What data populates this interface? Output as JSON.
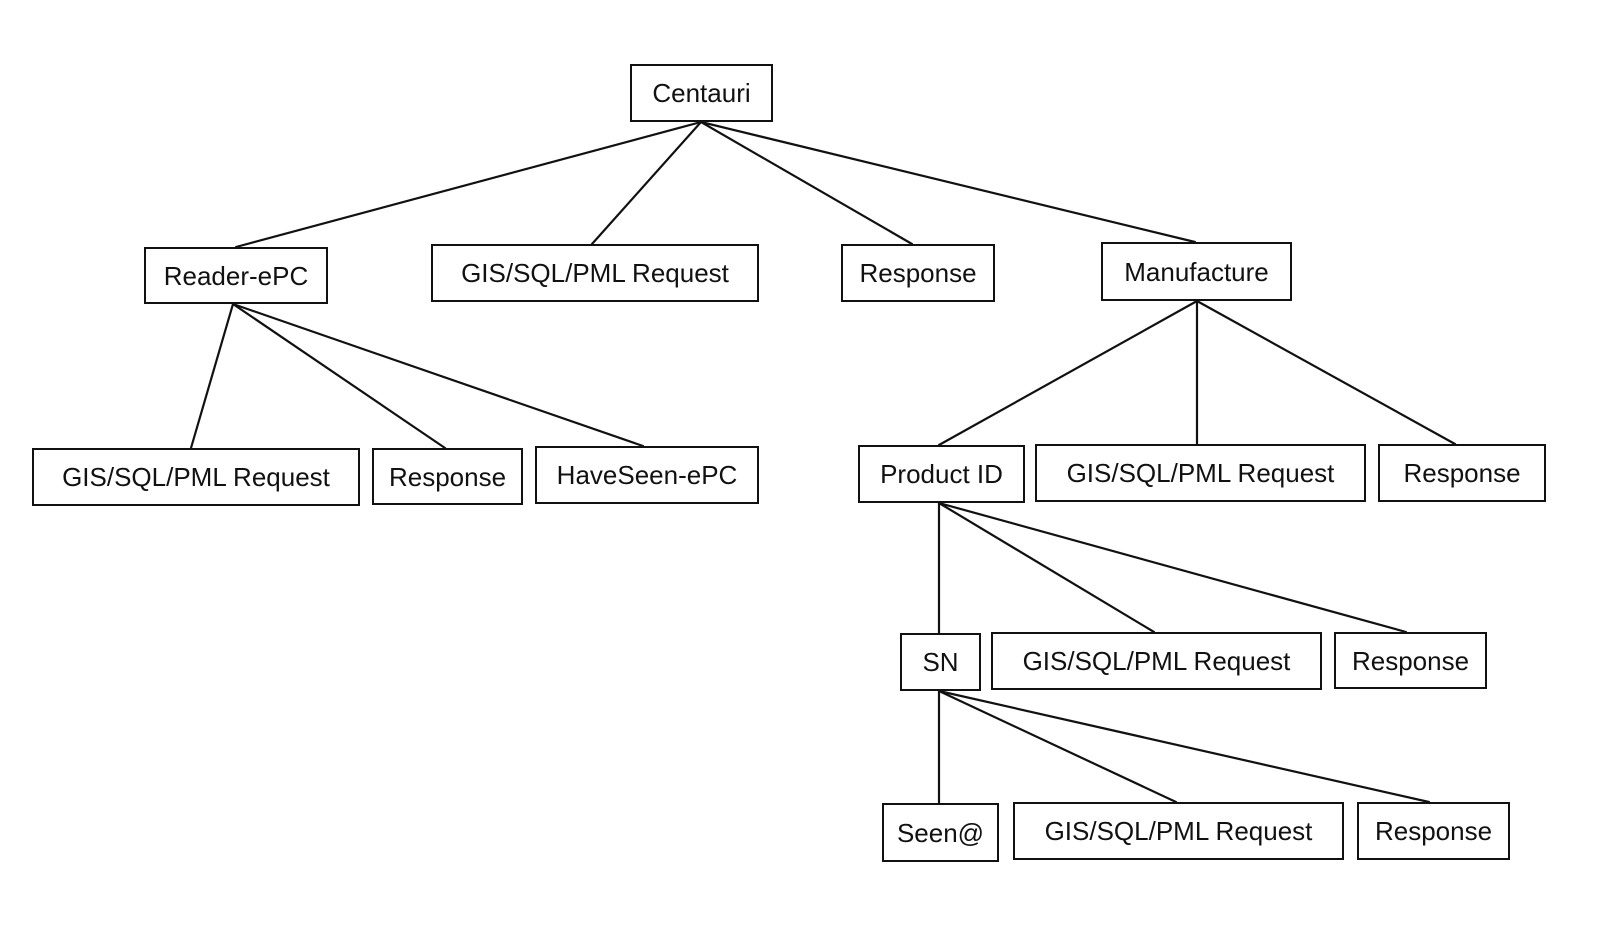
{
  "diagram": {
    "root": {
      "label": "Centauri"
    },
    "level1": {
      "reader": {
        "label": "Reader-ePC"
      },
      "request": {
        "label": "GIS/SQL/PML Request"
      },
      "response": {
        "label": "Response"
      },
      "manufacture": {
        "label": "Manufacture"
      }
    },
    "reader_children": {
      "request": {
        "label": "GIS/SQL/PML Request"
      },
      "response": {
        "label": "Response"
      },
      "haveseen": {
        "label": "HaveSeen-ePC"
      }
    },
    "manufacture_children": {
      "product_id": {
        "label": "Product ID"
      },
      "request": {
        "label": "GIS/SQL/PML Request"
      },
      "response": {
        "label": "Response"
      }
    },
    "product_children": {
      "sn": {
        "label": "SN"
      },
      "request": {
        "label": "GIS/SQL/PML Request"
      },
      "response": {
        "label": "Response"
      }
    },
    "sn_children": {
      "seen": {
        "label": "Seen@"
      },
      "request": {
        "label": "GIS/SQL/PML Request"
      },
      "response": {
        "label": "Response"
      }
    }
  }
}
